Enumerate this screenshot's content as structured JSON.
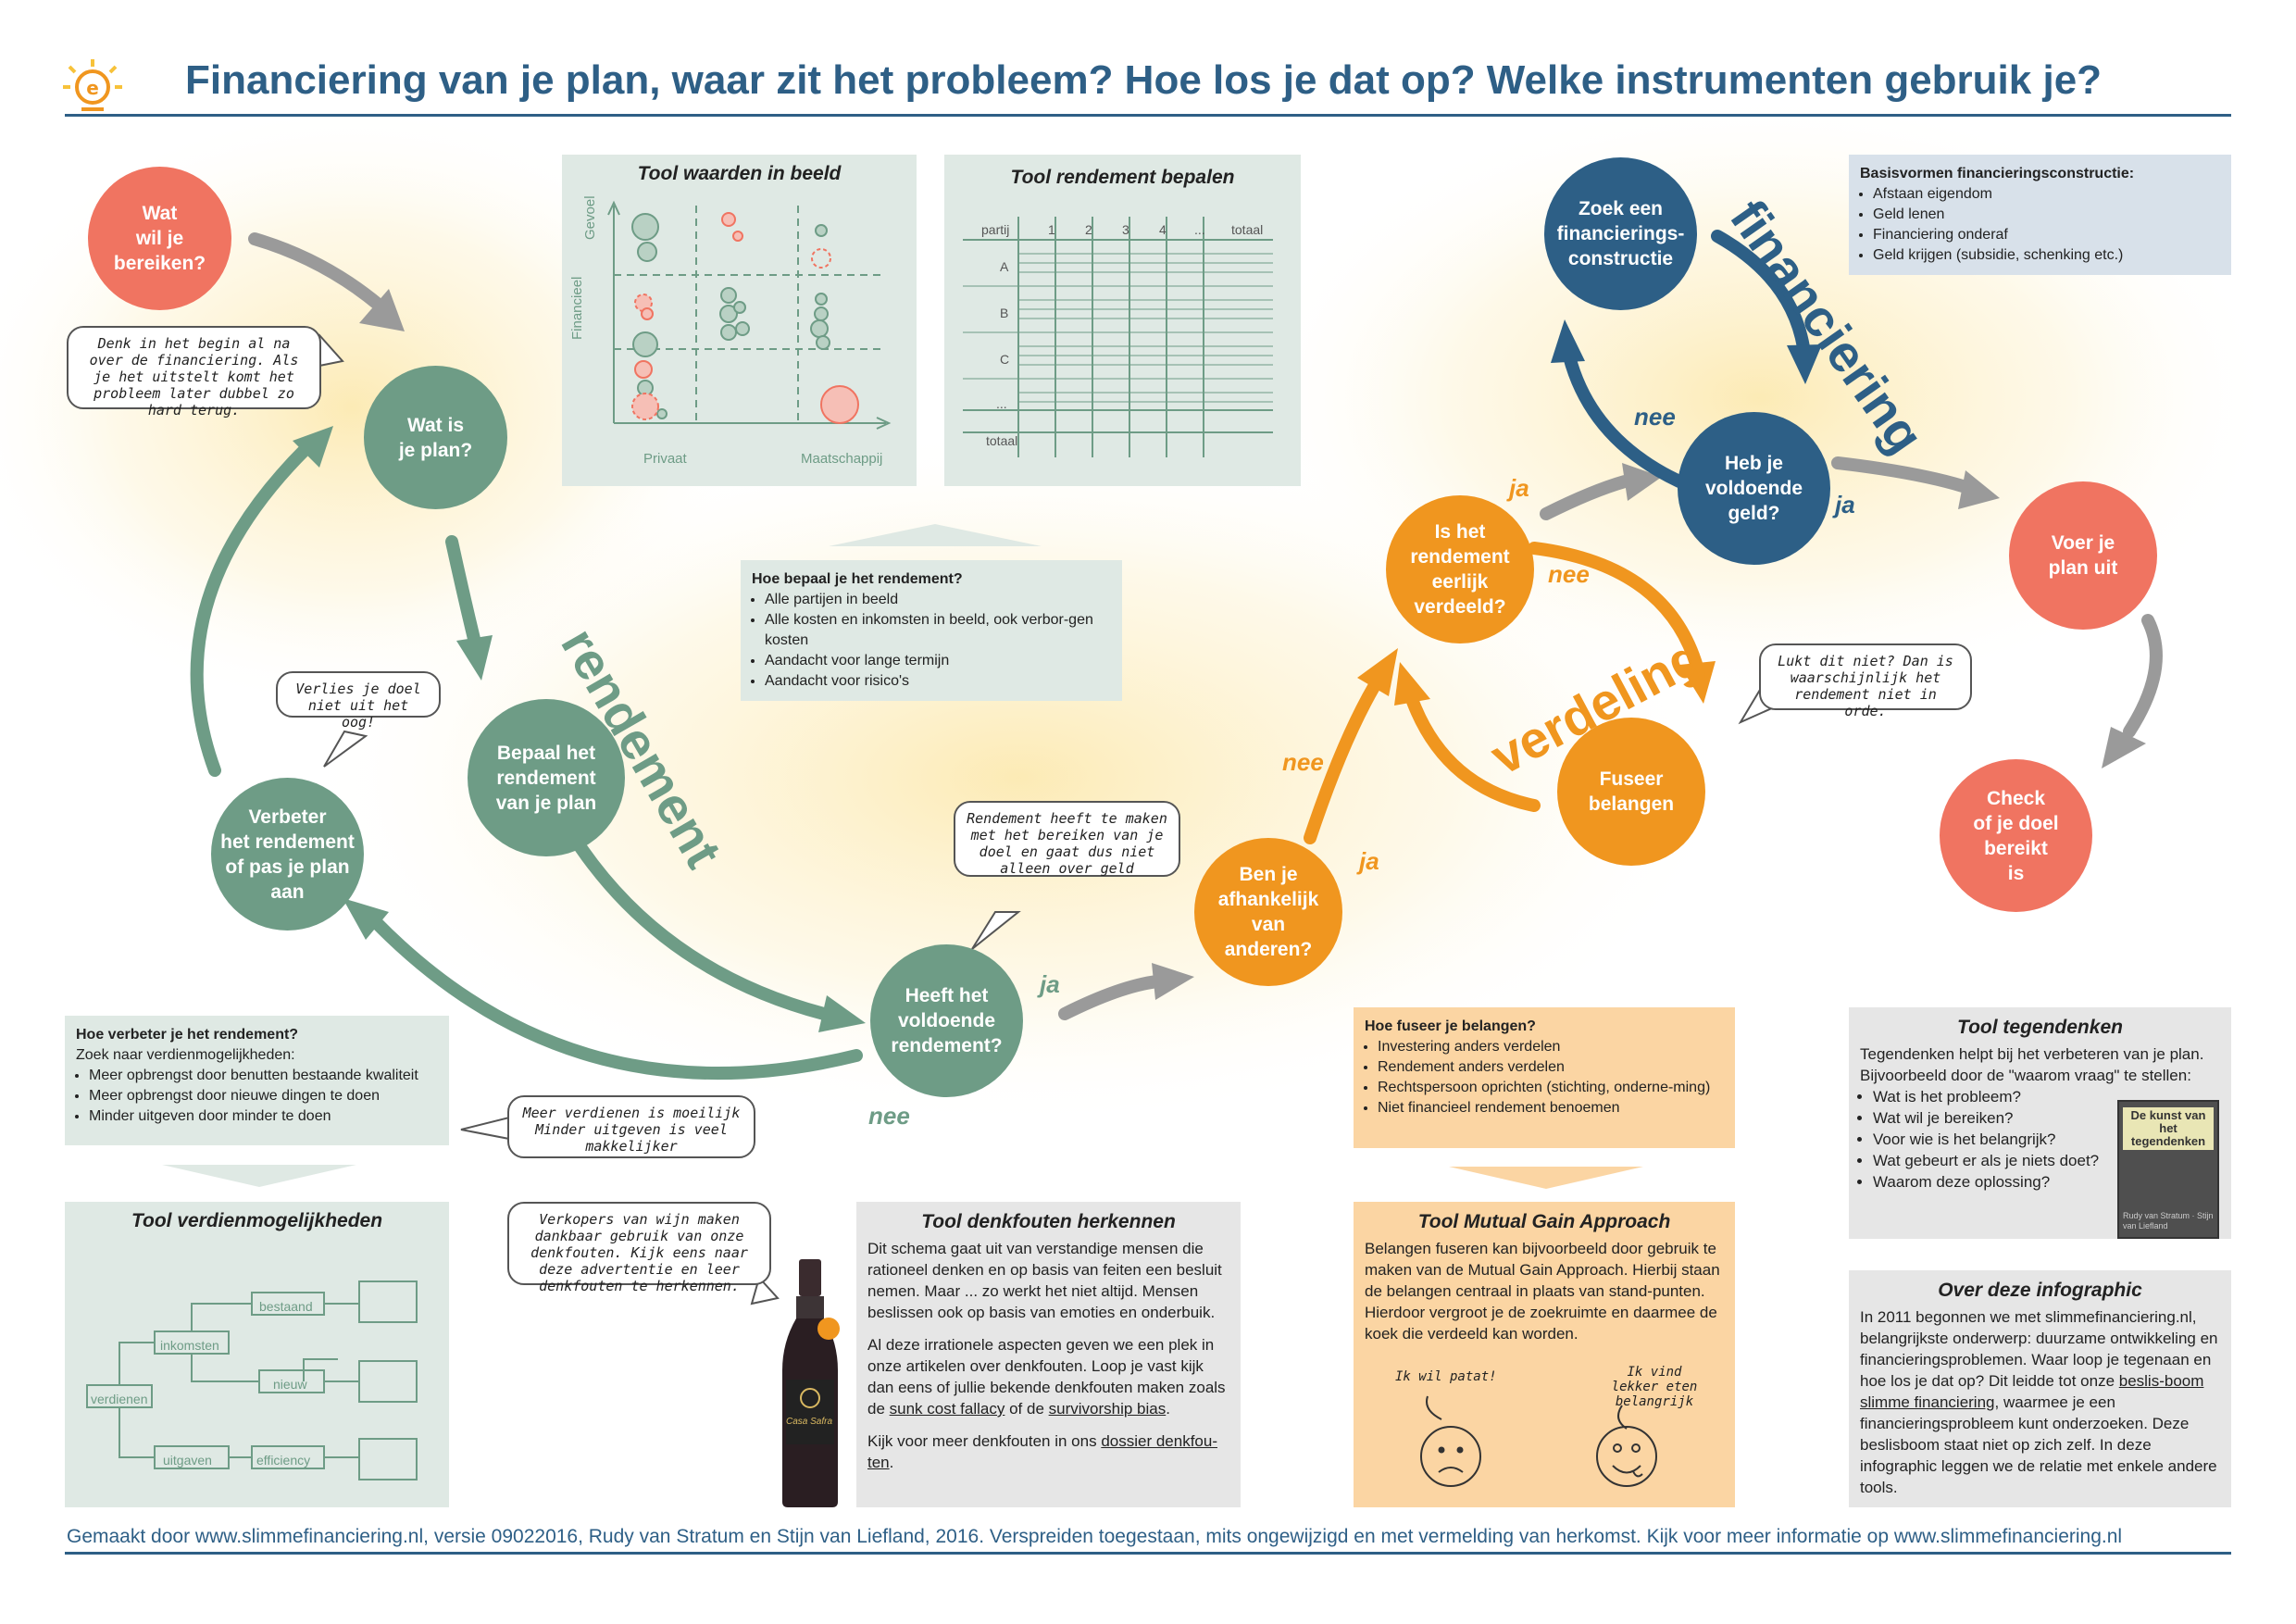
{
  "header": {
    "title": "Financiering van je plan, waar zit het probleem? Hoe los je dat op? Welke instrumenten gebruik je?"
  },
  "footer": {
    "text": "Gemaakt door www.slimmefinanciering.nl, versie 09022016, Rudy van Stratum en Stijn van Liefland, 2016. Verspreiden toegestaan, mits ongewijzigd en met vermelding van herkomst. Kijk voor meer informatie op www.slimmefinanciering.nl"
  },
  "colors": {
    "brand_blue": "#2d5f86",
    "green": "#6e9c86",
    "red": "#f07461",
    "orange": "#f0961f",
    "gray_arrow": "#9a9a9a",
    "panel_green": "#dfe9e4",
    "panel_orange": "#fbd5a3",
    "panel_gray": "#e6e6e6",
    "panel_blue": "#d8e1ea"
  },
  "nodes": {
    "wat_wil_je": "Wat\nwil je\nbereiken?",
    "wat_is_plan": "Wat is\nje plan?",
    "bepaal_rendement": "Bepaal het\nrendement\nvan je plan",
    "verbeter": "Verbeter\nhet rendement\nof pas je plan\naan",
    "heeft_rendement": "Heeft het\nvoldoende\nrendement?",
    "afhankelijk": "Ben je\nafhankelijk\nvan\nanderen?",
    "eerlijk": "Is het\nrendement\neerlijk\nverdeeld?",
    "fuseer": "Fuseer\nbelangen",
    "zoek": "Zoek een\nfinancierings-\nconstructie",
    "geld": "Heb je\nvoldoende\ngeld?",
    "voer_uit": "Voer je\nplan uit",
    "check": "Check\nof je doel\nbereikt\nis"
  },
  "labels": {
    "ja": "ja",
    "nee": "nee",
    "rendement": "rendement",
    "verdeling": "verdeling",
    "financiering": "financiering"
  },
  "bubbles": {
    "denk": "Denk in het begin al na over de financiering. Als je het uitstelt komt het probleem later dubbel zo hard terug.",
    "verlies": "Verlies je doel niet uit het oog!",
    "rendement_heeft": "Rendement heeft te maken met het bereiken van je doel en gaat dus niet alleen over geld",
    "meer_verdienen": "Meer verdienen is moeilijk Minder uitgeven is veel makkelijker",
    "verkopers": "Verkopers van wijn maken dankbaar gebruik van onze denkfouten. Kijk eens naar deze advertentie en leer denkfouten te herkennen.",
    "lukt_niet": "Lukt dit niet? Dan is waarschijnlijk het rendement niet in orde."
  },
  "tool_waarden": {
    "title": "Tool waarden in beeld",
    "y_top": "Gevoel",
    "y_bottom": "Financieel",
    "x_left": "Privaat",
    "x_right": "Maatschappij"
  },
  "tool_rendement": {
    "title": "Tool rendement bepalen",
    "header": [
      "partij",
      "1",
      "2",
      "3",
      "4",
      "...",
      "totaal"
    ],
    "rows": [
      "A",
      "B",
      "C",
      "...",
      "totaal"
    ]
  },
  "box_bepaal": {
    "title": "Hoe bepaal je het rendement?",
    "items": [
      "Alle partijen in beeld",
      "Alle kosten en inkomsten in beeld, ook verbor-gen kosten",
      "Aandacht voor lange termijn",
      "Aandacht voor risico's"
    ]
  },
  "box_verbeter": {
    "title": "Hoe verbeter je het rendement?",
    "intro": "Zoek naar verdienmogelijkheden:",
    "items": [
      "Meer opbrengst door benutten bestaande kwaliteit",
      "Meer opbrengst door nieuwe dingen te doen",
      "Minder uitgeven door minder te doen"
    ]
  },
  "tool_verdien": {
    "title": "Tool verdienmogelijkheden",
    "nodes": [
      "verdienen",
      "inkomsten",
      "uitgaven",
      "bestaand",
      "nieuw",
      "efficiency"
    ]
  },
  "tool_denkfouten": {
    "title": "Tool denkfouten herkennen",
    "p1": "Dit schema gaat uit van verstandige mensen die rationeel denken en op basis van feiten een besluit nemen. Maar ... zo werkt het niet altijd. Mensen beslissen ook op basis van emoties en onderbuik.",
    "p2_a": "Al deze irrationele aspecten geven we een plek in onze artikelen over denkfouten. Loop je vast kijk dan eens of jullie bekende denkfouten maken zoals de ",
    "p2_link1": "sunk cost fallacy",
    "p2_b": " of de ",
    "p2_link2": "survivorship bias",
    "p2_c": ".",
    "p3_a": "Kijk voor meer denkfouten in ons ",
    "p3_link": "dossier denkfou-ten",
    "p3_b": "."
  },
  "wine": {
    "label": "Casa Safra"
  },
  "box_fuseer": {
    "title": "Hoe fuseer je belangen?",
    "items": [
      "Investering anders verdelen",
      "Rendement anders verdelen",
      "Rechtspersoon oprichten (stichting, onderne-ming)",
      "Niet financieel rendement benoemen"
    ]
  },
  "tool_mga": {
    "title": "Tool Mutual Gain Approach",
    "text": "Belangen fuseren kan bijvoorbeeld door gebruik te maken van de Mutual Gain Approach. Hierbij staan de belangen centraal in plaats van stand-punten. Hierdoor vergroot je de zoekruimte en daarmee de koek die verdeeld kan worden.",
    "face1": "Ik wil patat!",
    "face2": "Ik vind lekker eten belangrijk"
  },
  "box_basis": {
    "title": "Basisvormen financieringsconstructie:",
    "items": [
      "Afstaan eigendom",
      "Geld lenen",
      "Financiering onderaf",
      "Geld krijgen (subsidie, schenking etc.)"
    ]
  },
  "tool_tegendenken": {
    "title": "Tool tegendenken",
    "intro": "Tegendenken helpt bij het verbeteren van je plan. Bijvoorbeeld door de \"waarom vraag\" te stellen:",
    "items": [
      "Wat is het probleem?",
      "Wat wil je bereiken?",
      "Voor wie is het belangrijk?",
      "Wat gebeurt er als je niets doet?",
      "Waarom deze oplossing?"
    ],
    "book_title": "De kunst van het tegendenken",
    "book_authors": "Rudy van Stratum · Stijn van Liefland"
  },
  "over": {
    "title": "Over deze infographic",
    "text_a": "In 2011 begonnen we met slimmefinanciering.nl, belangrijkste onderwerp: duurzame ontwikkeling en financieringsproblemen. Waar loop je tegenaan en hoe los je dat op? Dit leidde tot onze ",
    "link": "beslis-boom slimme financiering",
    "text_b": ", waarmee je een financieringsprobleem kunt onderzoeken. Deze beslisboom staat niet op zich zelf. In deze infographic leggen we de relatie met enkele andere tools."
  }
}
